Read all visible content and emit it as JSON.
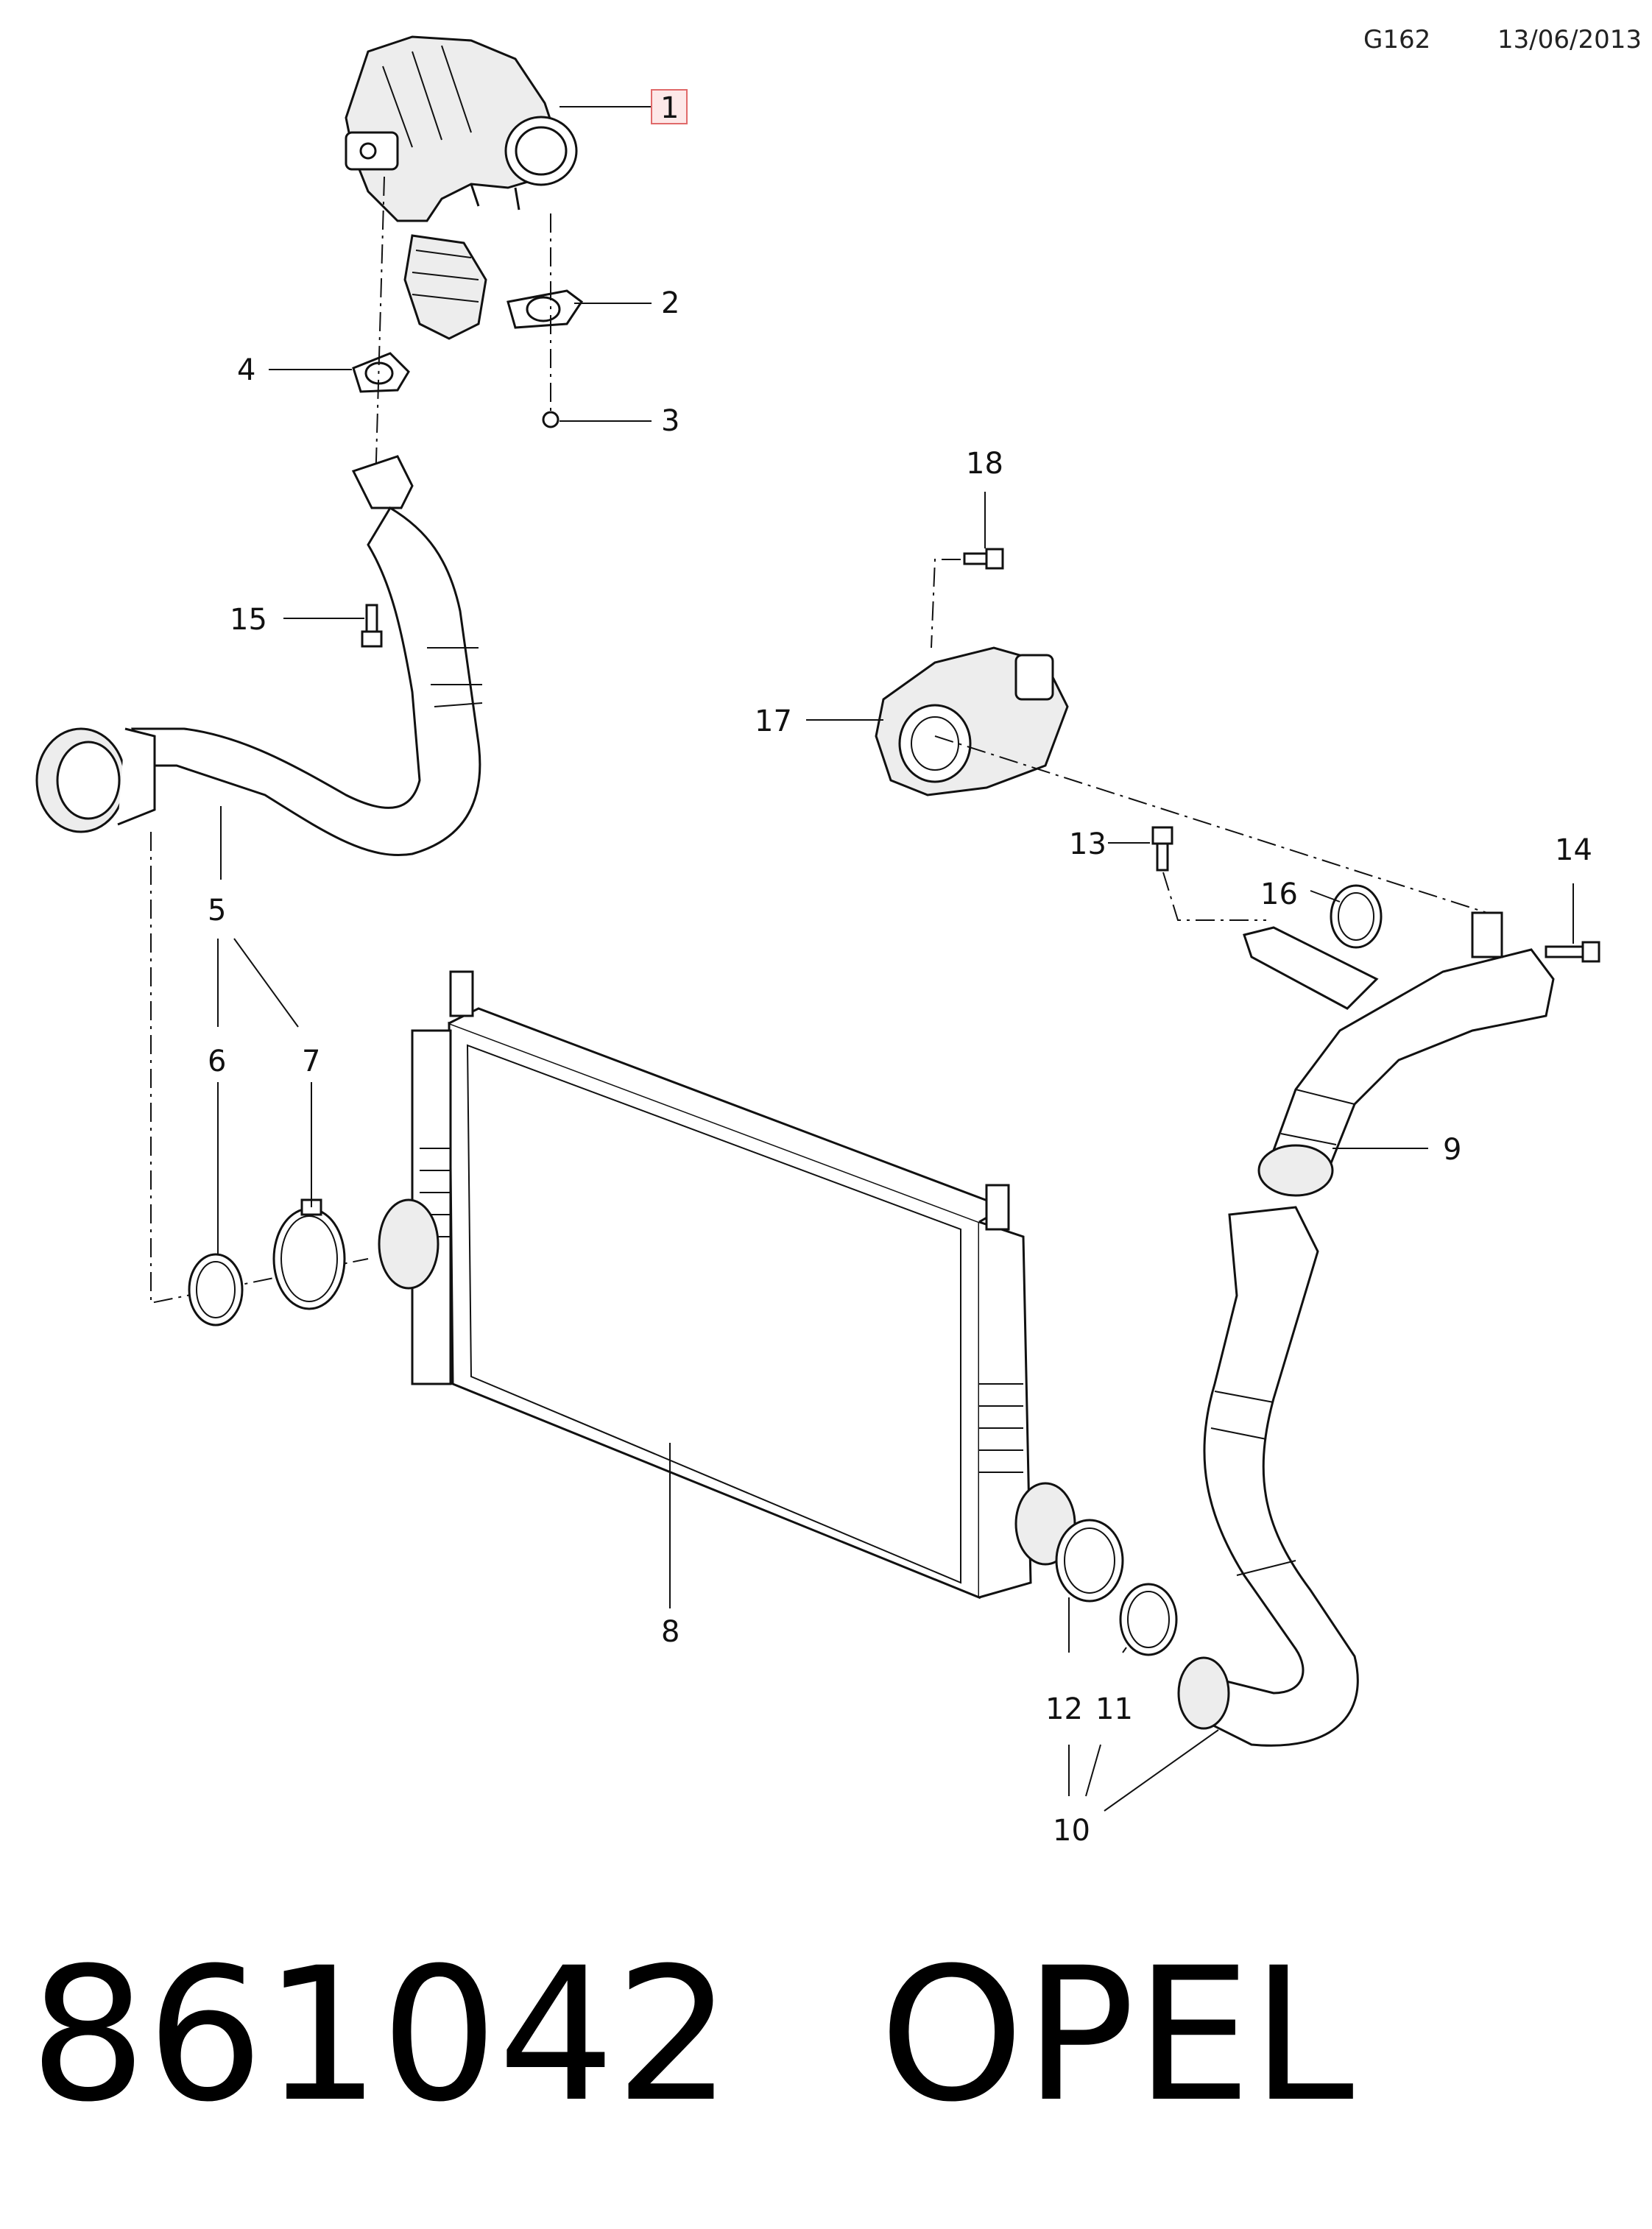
{
  "header": {
    "code": "G162",
    "date": "13/06/2013"
  },
  "callouts": {
    "c1": "1",
    "c2": "2",
    "c3": "3",
    "c4": "4",
    "c5": "5",
    "c6": "6",
    "c7": "7",
    "c8": "8",
    "c9": "9",
    "c10": "10",
    "c11": "11",
    "c12": "12",
    "c13": "13",
    "c14": "14",
    "c15": "15",
    "c16": "16",
    "c17": "17",
    "c18": "18"
  },
  "footer": {
    "part_number": "861042",
    "brand": "OPEL"
  },
  "colors": {
    "highlight_box": "#e06a6a",
    "line": "#111111"
  }
}
